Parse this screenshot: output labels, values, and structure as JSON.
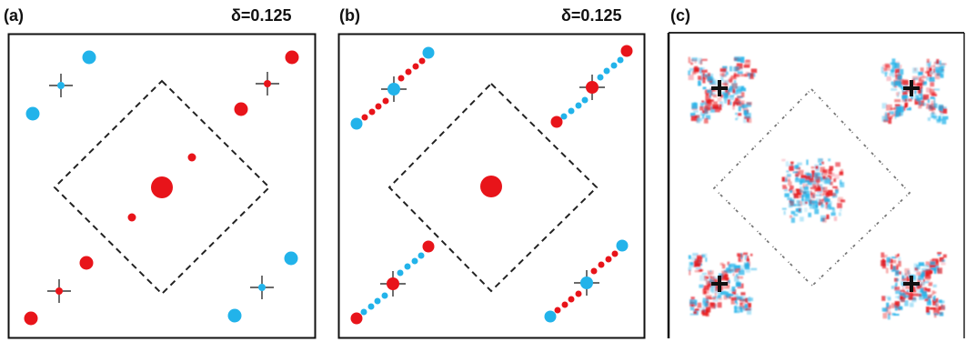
{
  "figure": {
    "colors": {
      "red": "#e8141a",
      "blue": "#22b3ea",
      "black": "#111111",
      "dash": "#222222"
    },
    "panels": [
      {
        "label": "(a)",
        "delta": "δ=0.125",
        "diagram": "points"
      },
      {
        "label": "(b)",
        "delta": "δ=0.125",
        "diagram": "streaks"
      },
      {
        "label": "(c)",
        "delta": "",
        "diagram": "fourier-map"
      }
    ]
  }
}
